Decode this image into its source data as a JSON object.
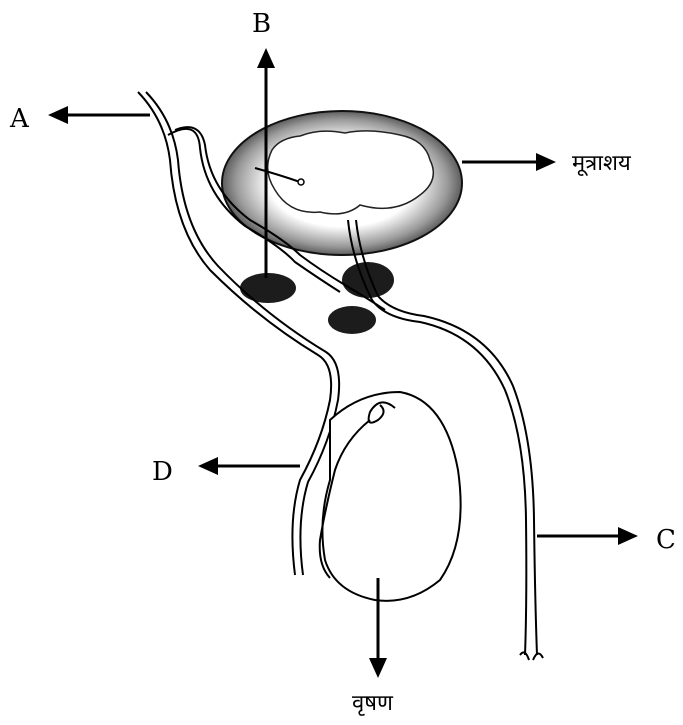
{
  "labels": {
    "A": "A",
    "B": "B",
    "C": "C",
    "D": "D",
    "bladder": "मूत्राशय",
    "testis": "वृषण"
  }
}
